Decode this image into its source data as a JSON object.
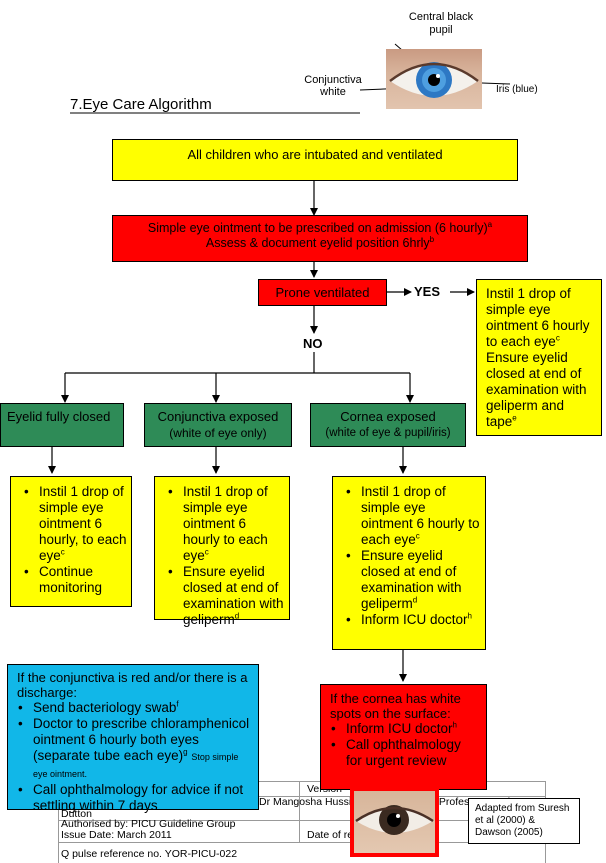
{
  "header": {
    "title": "7.Eye Care Algorithm",
    "labels": {
      "pupil": "Central black pupil",
      "conjunctiva": "Conjunctiva white",
      "iris": "Iris  (blue)"
    }
  },
  "flow": {
    "start": "All children who are intubated and ventilated",
    "ointment_line1": "Simple eye ointment to be prescribed on admission (6 hourly)",
    "ointment_line1_sup": "a",
    "ointment_line2": "Assess & document eyelid position 6hrly",
    "ointment_line2_sup": "b",
    "prone": "Prone ventilated",
    "yes": "YES",
    "no": "NO",
    "prone_yes_text1": "Instil 1 drop of simple eye ointment 6 hourly to each eye",
    "prone_yes_sup1": "c",
    "prone_yes_text2": "Ensure eyelid closed at end of examination with geliperm and tape",
    "prone_yes_sup2": "e",
    "cat_eyelid": "Eyelid fully closed",
    "cat_conj_line1": "Conjunctiva exposed",
    "cat_conj_line2": "(white of eye only)",
    "cat_cornea_line1": "Cornea exposed",
    "cat_cornea_line2": "(white of eye & pupil/iris)",
    "eyelid_b1": "Instil 1 drop of simple eye ointment 6 hourly, to each eye",
    "eyelid_b1_sup": "c",
    "eyelid_b2": "Continue monitoring",
    "conj_b1": "Instil 1 drop  of simple eye ointment 6 hourly to each eye",
    "conj_b1_sup": "c",
    "conj_b2": "Ensure eyelid closed at end of examination with geliperm",
    "conj_b2_sup": "d",
    "cornea_b1": "Instil 1 drop  of simple eye ointment 6 hourly to each eye",
    "cornea_b1_sup": "c",
    "cornea_b2": "Ensure eyelid closed at end of examination with geliperm",
    "cornea_b2_sup": "d",
    "cornea_b3": "Inform ICU doctor",
    "cornea_b3_sup": "h",
    "red_box_title": "If the conjunctiva is red and/or there is a discharge:",
    "red_b1": "Send bacteriology swab",
    "red_b1_sup": "f",
    "red_b2": "Doctor to prescribe chloramphenicol ointment 6 hourly both eyes (separate tube each eye)",
    "red_b2_sup": "g",
    "red_b2_small": "Stop simple eye ointment.",
    "red_b3": "Call ophthalmology  for advice if not settling within 7 days",
    "white_title": "If the cornea has white spots on the surface:",
    "white_b1": "Inform ICU doctor",
    "white_b1_sup": "h",
    "white_b2": "Call  ophthalmology for urgent review"
  },
  "footer": {
    "version": "Version",
    "authors": "Dr Mangosha Hussi",
    "authors_tail": "n, Professor Gordon",
    "dutton": "Dutton",
    "authorised": "Authorised by: PICU Guideline Group",
    "issue": "Issue Date: March 2011",
    "date_of": "Date of re",
    "qpulse": "Q pulse reference no. YOR-PICU-022",
    "adapted": "Adapted from Suresh et al (2000) & Dawson (2005)"
  },
  "colors": {
    "yellow": "#ffff00",
    "red": "#ff0000",
    "green": "#2e8b57",
    "cyan": "#11b7e8"
  }
}
